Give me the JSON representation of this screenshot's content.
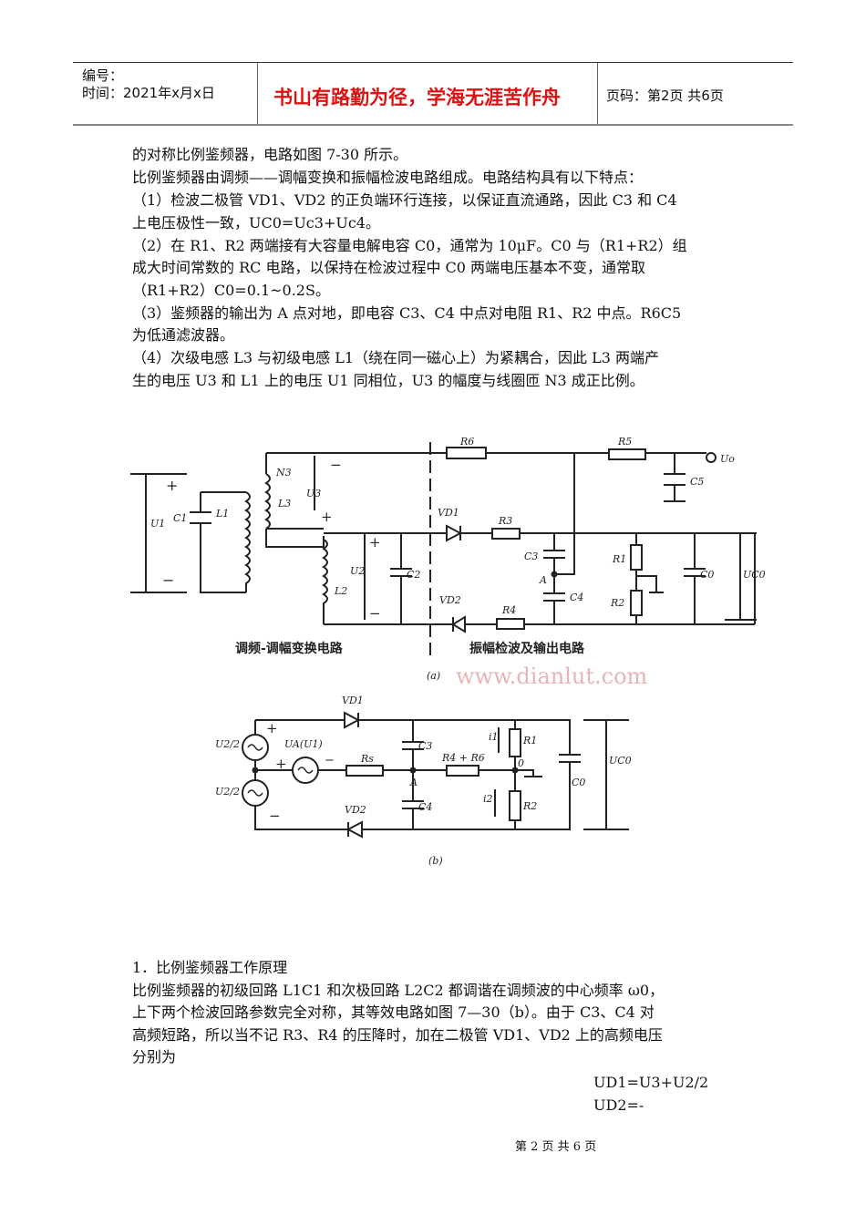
{
  "header": {
    "number_label": "编号：",
    "date_label": "时间：2021年x月x日",
    "motto": "书山有路勤为径，学海无涯苦作舟",
    "page_info": "页码：第2页  共6页"
  },
  "body_lines": [
    "的对称比例鉴频器，电路如图 7-30 所示。",
    "比例鉴频器由调频——调幅变换和振幅检波电路组成。电路结构具有以下特点：",
    "（1）检波二极管 VD1、VD2 的正负端环行连接，以保证直流通路，因此 C3 和 C4",
    "上电压极性一致，UC0=Uc3+Uc4。",
    "（2）在 R1、R2 两端接有大容量电解电容 C0，通常为 10μF。C0 与（R1+R2）组",
    "成大时间常数的 RC 电路，以保持在检波过程中 C0 两端电压基本不变，通常取",
    "（R1+R2）C0=0.1~0.2S。",
    "（3）鉴频器的输出为 A 点对地，即电容 C3、C4 中点对电阻 R1、R2 中点。R6C5",
    "为低通滤波器。",
    "（4）次级电感 L3 与初级电感 L1（绕在同一磁心上）为紧耦合，因此 L3 两端产",
    "生的电压 U3 和 L1 上的电压 U1 同相位，U3 的幅度与线圈匝 N3 成正比例。"
  ],
  "figure": {
    "a_labels": {
      "r6": "R6",
      "r5": "R5",
      "uo": "Uo",
      "c5": "C5",
      "n3": "N3",
      "l3": "L3",
      "u3": "U3",
      "l1": "L1",
      "c1": "C1",
      "u1": "U1",
      "l2": "L2",
      "u2": "U2",
      "c2": "C2",
      "vd1": "VD1",
      "r3": "R3",
      "c3": "C3",
      "a": "A",
      "c4": "C4",
      "vd2": "VD2",
      "r4": "R4",
      "r1": "R1",
      "r2": "R2",
      "c0": "C0",
      "uc0": "UC0",
      "plus": "+",
      "minus": "−"
    },
    "caption_left": "调频-调幅变换电路",
    "caption_right": "振幅检波及输出电路",
    "caption_a": "(a)",
    "watermark": "www.dianlut.com",
    "b_labels": {
      "vd1": "VD1",
      "vd2": "VD2",
      "u2half_top": "U2/2",
      "u2half_bot": "U2/2",
      "ua": "UA(U1)",
      "rs": "Rs",
      "c3": "C3",
      "c4": "C4",
      "a": "A",
      "r46": "R4 + R6",
      "r1": "R1",
      "r2": "R2",
      "i1": "i1",
      "i2": "i2",
      "zero": "0",
      "c0": "C0",
      "uc0": "UC0",
      "plus": "+",
      "minus": "−"
    },
    "caption_b": "(b)"
  },
  "section": {
    "heading": "1．比例鉴频器工作原理",
    "lines": [
      "比例鉴频器的初级回路 L1C1 和次极回路 L2C2 都调谐在调频波的中心频率 ω0，",
      "上下两个检波回路参数完全对称，其等效电路如图 7—30（b）。由于 C3、C4 对",
      "高频短路，所以当不记 R3、R4 的压降时，加在二极管 VD1、VD2 上的高频电压",
      "分别为"
    ],
    "formula1": "UD1=U3+U2/2",
    "formula2": "UD2=-"
  },
  "footer": "第 2 页 共 6 页"
}
